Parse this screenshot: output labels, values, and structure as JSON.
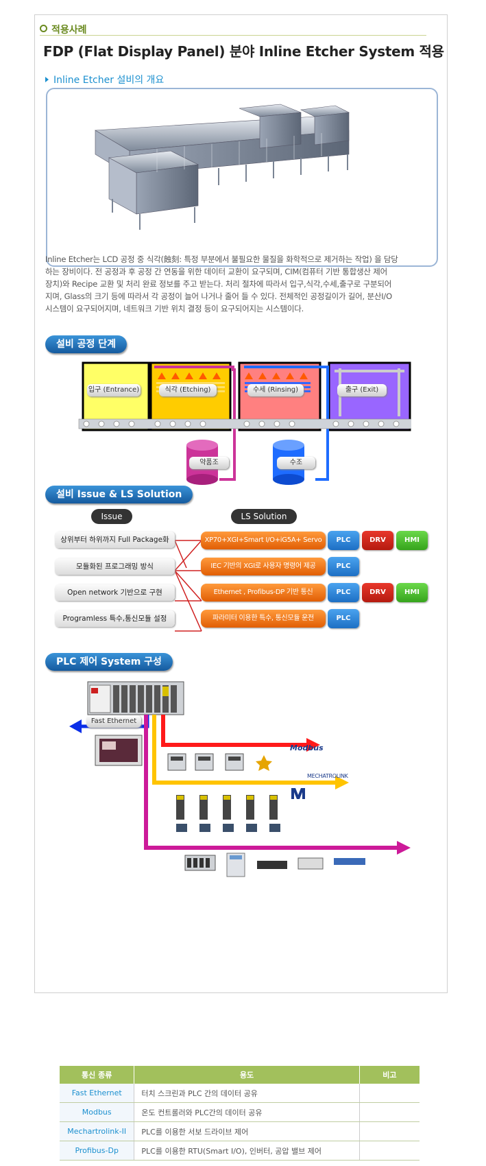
{
  "section_label": "적용사례",
  "page_title": "FDP (Flat Display Panel) 분야 Inline Etcher System 적용",
  "overview_title": "Inline Etcher 설비의 개요",
  "intro_lines": [
    "Inline Etcher는 LCD 공정 중 식각(蝕刻: 특정 부분에서 불필요한 물질을 화학적으로 제거하는 작업) 을 담당",
    "하는 장비이다. 전 공정과 후 공정 간 연동을 위한 데이터 교환이 요구되며, CIM(컴퓨터 기반 통합생산 제어",
    "장치)와 Recipe 교환 및 처리 완료 정보를 주고 받는다. 처리 절차에 따라서 입구,식각,수세,출구로 구분되어",
    "지며, Glass의 크기 등에 따라서 각  공정이 늘어 나거나  줄어 들 수 있다. 전체적인 공정길이가 길어, 분산I/O",
    "시스템이 요구되어지며, 네트워크  기반 위치 결정 등이 요구되어지는 시스템이다."
  ],
  "process": {
    "title": "설비 공정 단계",
    "stages": [
      "입구 (Entrance)",
      "식각 (Etching)",
      "수세 (Rinsing)",
      "출구 (Exit)"
    ],
    "tanks": [
      "약품조",
      "수조"
    ],
    "colors": {
      "entrance": "#ffff66",
      "etching": "#ffcc00",
      "rinsing": "#ff8080",
      "exit": "#9966ff",
      "chem_tank": "#cc3399",
      "water_tank": "#1e6cff"
    }
  },
  "issues": {
    "title": "설비 Issue & LS Solution",
    "issue_header": "Issue",
    "solution_header": "LS Solution",
    "issue_items": [
      "상위부터 하위까지 Full Package화",
      "모듈화된 프로그래밍 방식",
      "Open network 기반으로 구현",
      "Programless 특수,통신모듈 설정"
    ],
    "solutions": [
      {
        "label": "XP70+XGI+Smart I/O+iG5A+ Servo",
        "tags": [
          "PLC",
          "DRV",
          "HMI"
        ]
      },
      {
        "label": "IEC 기반의  XGI로 사용자 명령어 제공",
        "tags": [
          "PLC"
        ]
      },
      {
        "label": "Ethernet , Profibus-DP 기반 통신",
        "tags": [
          "PLC",
          "DRV",
          "HMI"
        ]
      },
      {
        "label": "파라미터 이용한 특수, 통신모듈 운전",
        "tags": [
          "PLC"
        ]
      }
    ]
  },
  "plc": {
    "title": "PLC 제어 System 구성",
    "fast_ethernet_label": "Fast Ethernet",
    "modbus_label": "Modbus",
    "mechatrolink_label": "MECHATROLINK",
    "colors": {
      "ethernet": "#0a2ee8",
      "modbus": "#ff1a1a",
      "mechatrolink": "#ffc400",
      "profibus": "#cc1a99"
    }
  },
  "comm_table": {
    "headers": [
      "통신 종류",
      "용도",
      "비고"
    ],
    "rows": [
      [
        "Fast Ethernet",
        "터치 스크린과 PLC 간의 데이터 공유",
        ""
      ],
      [
        "Modbus",
        "온도 컨트롤러와 PLC간의 데이터 공유",
        ""
      ],
      [
        "Mechartrolink-II",
        "PLC를 이용한 서보 드라이브 제어",
        ""
      ],
      [
        "Profibus-Dp",
        "PLC를 이용한 RTU(Smart I/O), 인버터, 공압 밸브 제어",
        ""
      ]
    ]
  }
}
